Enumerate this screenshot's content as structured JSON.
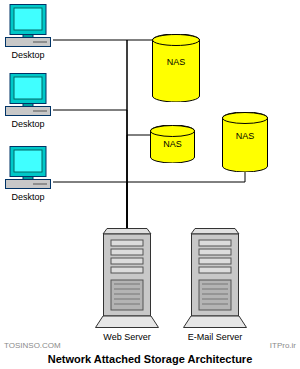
{
  "diagram": {
    "title": "Network Attached Storage Architecture",
    "nodes": [
      {
        "text": [
          "Desktop"
        ]
      },
      {
        "text": [
          "Desktop"
        ]
      },
      {
        "text": [
          "Desktop"
        ]
      },
      {
        "text": [
          "NAS"
        ]
      },
      {
        "text": [
          "NAS"
        ]
      },
      {
        "text": [
          "NAS"
        ]
      },
      {
        "text": [
          "Web Server"
        ]
      },
      {
        "text": [
          "E-Mail Server"
        ]
      }
    ],
    "edges": [
      {
        "from": 0,
        "to": 6,
        "arrow": "none"
      },
      {
        "from": 1,
        "to": 6,
        "arrow": "none"
      },
      {
        "from": 2,
        "to": 6,
        "arrow": "none"
      },
      {
        "from": 3,
        "to": 6,
        "arrow": "none"
      },
      {
        "from": 4,
        "to": 6,
        "arrow": "none"
      },
      {
        "from": 5,
        "to": 6,
        "arrow": "none"
      }
    ],
    "labels": [
      "TOSINSO.COM",
      "ITPro.ir"
    ]
  }
}
